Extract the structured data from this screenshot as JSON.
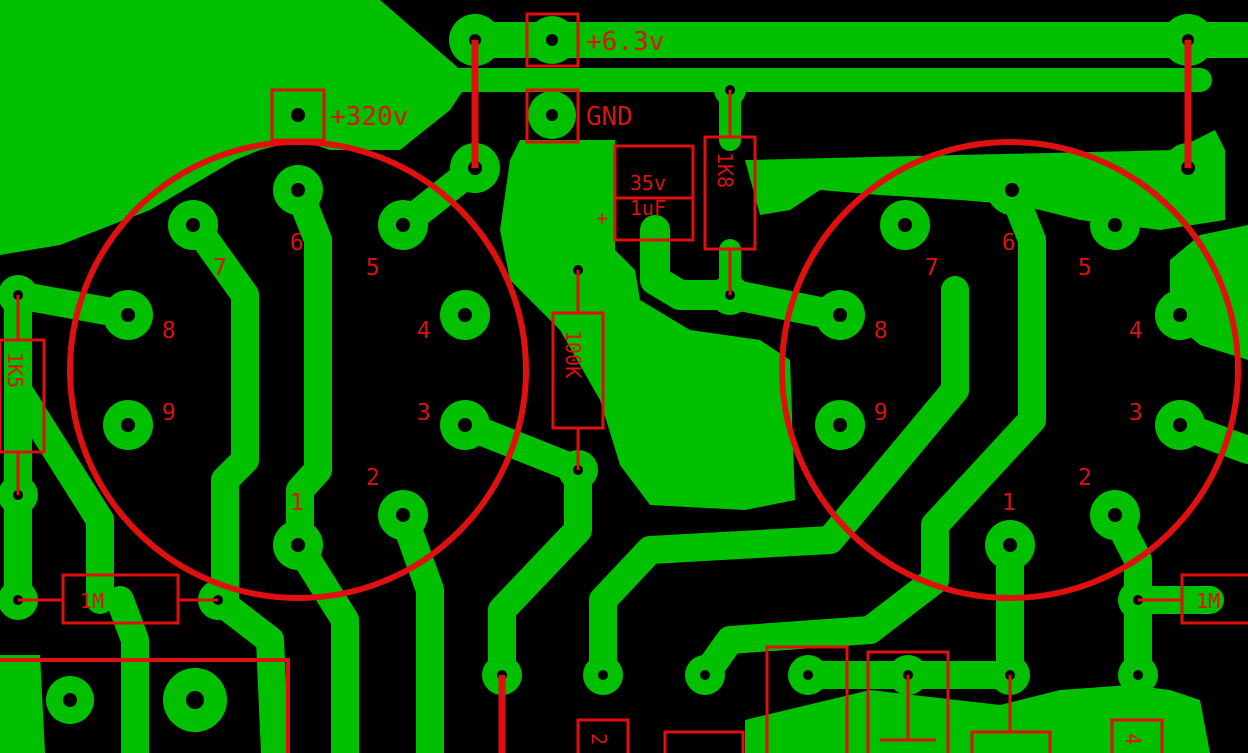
{
  "colors": {
    "board": "#000000",
    "copper": "#00c000",
    "silkscreen": "#e01010"
  },
  "connectors": [
    {
      "id": "hv",
      "label": "+320v"
    },
    {
      "id": "heater",
      "label": "+6.3v"
    },
    {
      "id": "ground",
      "label": "GND"
    }
  ],
  "tubes": [
    {
      "id": "tube-left",
      "pins": [
        "1",
        "2",
        "3",
        "4",
        "5",
        "6",
        "7",
        "8",
        "9"
      ]
    },
    {
      "id": "tube-right",
      "pins": [
        "1",
        "2",
        "3",
        "4",
        "5",
        "6",
        "7",
        "8",
        "9"
      ]
    }
  ],
  "components": {
    "r_1k5": "1K5",
    "r_1m_left": "1M",
    "r_1m_right": "1M",
    "r_100k": "100K",
    "r_1k8": "1K8",
    "cap_voltage": "35v",
    "cap_value": "1uF",
    "cap_polarity": "+",
    "partial_2": "2",
    "partial_4": "4"
  }
}
